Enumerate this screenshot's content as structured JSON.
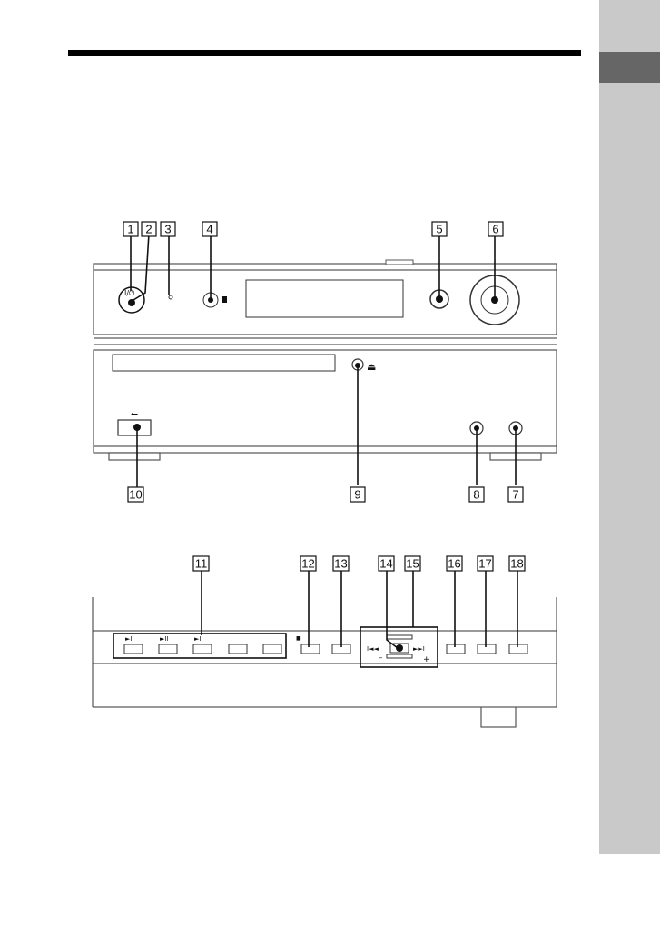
{
  "callouts": [
    {
      "id": "1",
      "label": "1"
    },
    {
      "id": "2",
      "label": "2"
    },
    {
      "id": "3",
      "label": "3"
    },
    {
      "id": "4",
      "label": "4"
    },
    {
      "id": "5",
      "label": "5"
    },
    {
      "id": "6",
      "label": "6"
    },
    {
      "id": "7",
      "label": "7"
    },
    {
      "id": "8",
      "label": "8"
    },
    {
      "id": "9",
      "label": "9"
    },
    {
      "id": "10",
      "label": "10"
    },
    {
      "id": "11",
      "label": "11"
    },
    {
      "id": "12",
      "label": "12"
    },
    {
      "id": "13",
      "label": "13"
    },
    {
      "id": "14",
      "label": "14"
    },
    {
      "id": "15",
      "label": "15"
    },
    {
      "id": "16",
      "label": "16"
    },
    {
      "id": "17",
      "label": "17"
    },
    {
      "id": "18",
      "label": "18"
    }
  ],
  "symbols": {
    "power": "I/⏻",
    "eject": "⏏",
    "usb": "⭠",
    "play_pause": "►II",
    "stop": "■",
    "prev": "I◄◄",
    "next": "►►I",
    "minus": "–",
    "plus": "+"
  }
}
